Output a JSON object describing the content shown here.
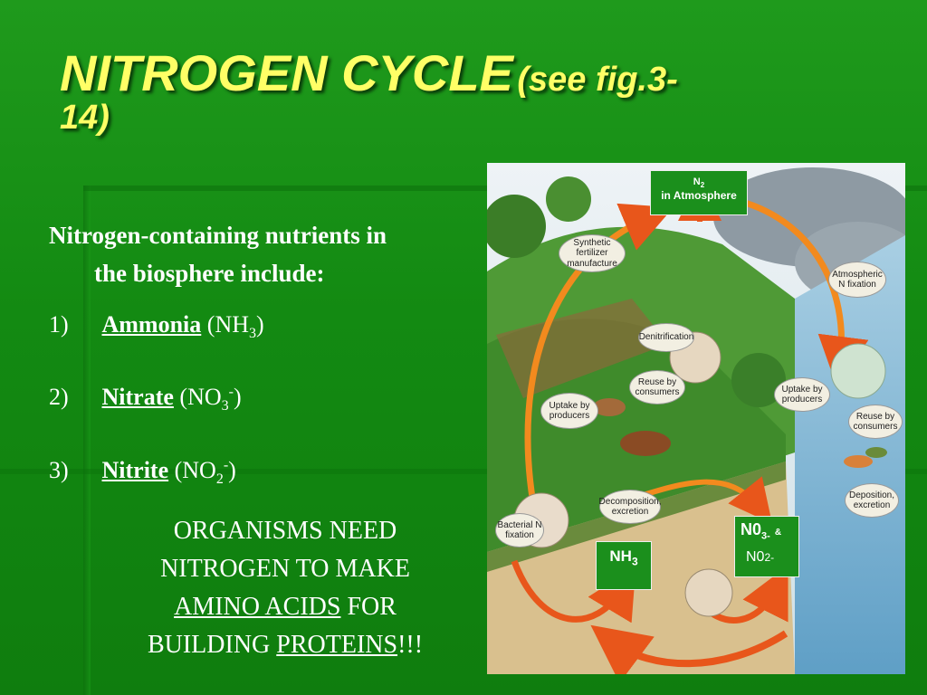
{
  "title": {
    "main": "NITROGEN CYCLE",
    "sub_line1": "(see fig.3-",
    "sub_line2": "14)"
  },
  "intro": {
    "line1": "Nitrogen-containing nutrients in",
    "line2": "the biosphere include:"
  },
  "items": [
    {
      "number": "1)",
      "name": "Ammonia",
      "formula_pre": "(NH",
      "sub": "3",
      "sup": "",
      "formula_post": ")"
    },
    {
      "number": "2)",
      "name": "Nitrate",
      "formula_pre": "(NO",
      "sub": "3",
      "sup": "-",
      "formula_post": ")"
    },
    {
      "number": "3)",
      "name": "Nitrite",
      "formula_pre": "(NO",
      "sub": "2",
      "sup": "-",
      "formula_post": ")"
    }
  ],
  "callout": {
    "line1": "ORGANISMS NEED",
    "line2": "NITROGEN TO MAKE",
    "amino": "AMINO ACIDS",
    "for": "FOR",
    "building": "BUILDING",
    "proteins": "PROTEINS",
    "exclaim": "!!!"
  },
  "diagram": {
    "n2_label": "N",
    "n2_sub": "2",
    "atmosphere": "in Atmosphere",
    "synthetic": "Synthetic fertilizer manufacture",
    "denitrification": "Denitrification",
    "reuse_left": "Reuse by consumers",
    "uptake_left": "Uptake by producers",
    "atmospheric_fixation": "Atmospheric N fixation",
    "uptake_right": "Uptake by producers",
    "reuse_right": "Reuse by consumers",
    "deposition": "Deposition, excretion",
    "decomposition": "Decomposition, excretion",
    "bacterial": "Bacterial N fixation",
    "nh3_label": "NH",
    "nh3_sub": "3",
    "no3_label": "N0",
    "no3_sub": "3-",
    "amp": "&",
    "no2_label": "N0",
    "no2_sub": "2-"
  }
}
